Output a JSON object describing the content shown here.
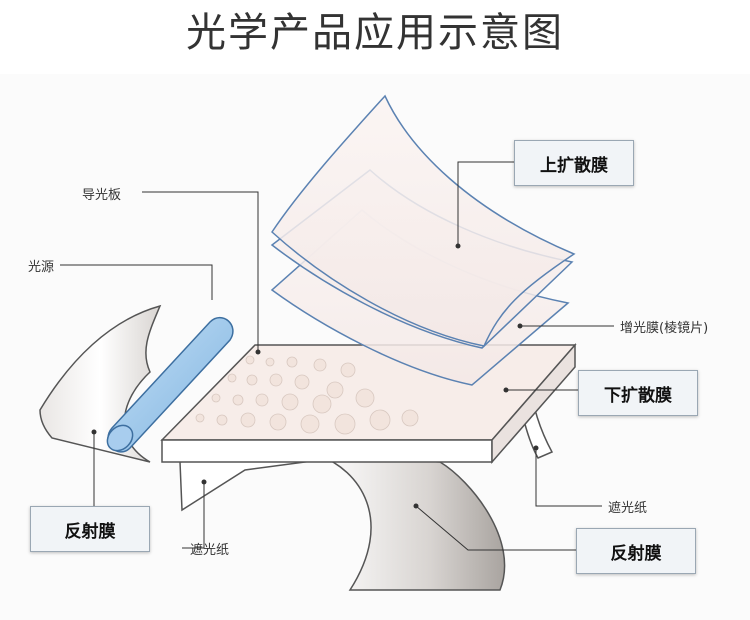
{
  "title": "光学产品应用示意图",
  "labels": {
    "light_guide_plate": "导光板",
    "light_source": "光源",
    "upper_diffuser": "上扩散膜",
    "brightness_film": "增光膜(棱镜片)",
    "lower_diffuser": "下扩散膜",
    "reflector_left": "反射膜",
    "reflector_right": "反射膜",
    "shading_paper_left": "遮光纸",
    "shading_paper_right": "遮光纸"
  },
  "colors": {
    "film_stroke": "#5b82b2",
    "lamp": "#9cc6ea",
    "lamp_stroke": "#3d6fa0",
    "plate_top": "#f6ece7",
    "box_bg": "#f1f4f7"
  }
}
